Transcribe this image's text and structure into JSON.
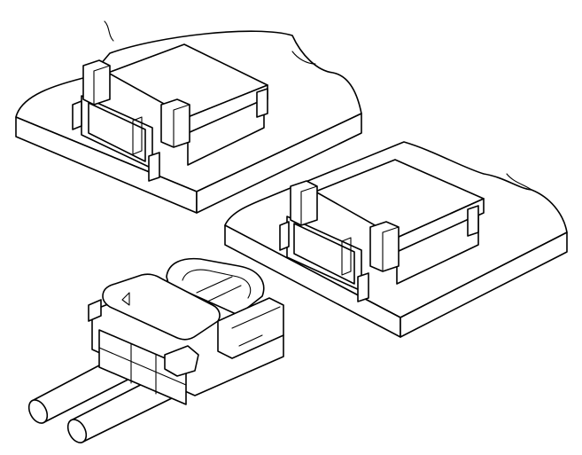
{
  "figure": {
    "background": "#ffffff",
    "line_color": "#000000",
    "parts": [
      "pcb-board-left",
      "receptacle-left",
      "pcb-board-right",
      "receptacle-right",
      "plug-housing",
      "cable-left",
      "cable-right"
    ]
  }
}
